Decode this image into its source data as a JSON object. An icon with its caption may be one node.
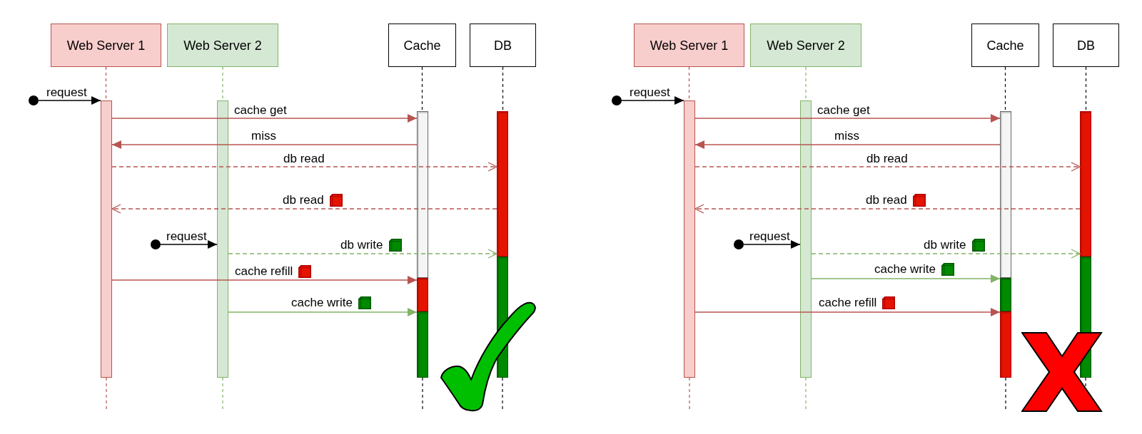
{
  "diagram": {
    "nodes": [
      {
        "text": [
          "Web Server 1"
        ]
      },
      {
        "text": [
          "Web Server 2"
        ]
      },
      {
        "text": [
          "Cache"
        ]
      },
      {
        "text": [
          "DB"
        ]
      },
      {
        "text": [],
        "shape": "circle"
      },
      {
        "text": [],
        "shape": "bar"
      },
      {
        "text": [],
        "shape": "bar"
      },
      {
        "text": [],
        "shape": "bar"
      },
      {
        "text": [],
        "shape": "bar"
      },
      {
        "text": [],
        "shape": "circle"
      },
      {
        "text": [],
        "shape": "bar"
      },
      {
        "text": [],
        "shape": "bar"
      },
      {
        "text": [],
        "shape": "bar"
      },
      {
        "text": [
          "Web Server 1"
        ]
      },
      {
        "text": [
          "Web Server 2"
        ]
      },
      {
        "text": [
          "Cache"
        ]
      },
      {
        "text": [
          "DB"
        ]
      },
      {
        "text": [],
        "shape": "circle"
      },
      {
        "text": [],
        "shape": "bar"
      },
      {
        "text": [],
        "shape": "bar"
      },
      {
        "text": [],
        "shape": "bar"
      },
      {
        "text": [],
        "shape": "bar"
      },
      {
        "text": [],
        "shape": "circle"
      },
      {
        "text": [],
        "shape": "bar"
      },
      {
        "text": [],
        "shape": "bar"
      },
      {
        "text": [],
        "shape": "bar"
      }
    ],
    "edges": [
      {
        "from": 0,
        "to": 5,
        "arrow": "none",
        "style": "dashed"
      },
      {
        "from": 1,
        "to": 6,
        "arrow": "none",
        "style": "dashed",
        "color": "#82b366"
      },
      {
        "from": 2,
        "to": 7,
        "arrow": "none",
        "style": "dashed",
        "color": "#000000"
      },
      {
        "from": 3,
        "to": 8,
        "arrow": "none",
        "style": "dashed",
        "color": "#000000"
      },
      {
        "from": 4,
        "to": 5,
        "arrow": "to",
        "label": "request",
        "color": "#000000"
      },
      {
        "from": 5,
        "to": 7,
        "arrow": "to",
        "label": "cache get"
      },
      {
        "from": 7,
        "to": 5,
        "arrow": "to",
        "label": "miss"
      },
      {
        "from": 5,
        "to": 8,
        "arrow": "to",
        "label": "db read",
        "style": "dashed"
      },
      {
        "from": 8,
        "to": 5,
        "arrow": "to",
        "label": "db read",
        "style": "dashed"
      },
      {
        "from": 9,
        "to": 6,
        "arrow": "to",
        "label": "request",
        "color": "#000000"
      },
      {
        "from": 6,
        "to": 8,
        "arrow": "to",
        "label": "db write",
        "style": "dashed",
        "color": "#82b366"
      },
      {
        "from": 5,
        "to": 11,
        "arrow": "to",
        "label": "cache refill"
      },
      {
        "from": 6,
        "to": 12,
        "arrow": "to",
        "label": "cache write",
        "color": "#82b366"
      },
      {
        "from": 5,
        "to": null,
        "arrow": "none",
        "style": "dashed"
      },
      {
        "from": 6,
        "to": null,
        "arrow": "none",
        "style": "dashed",
        "color": "#82b366"
      },
      {
        "from": 12,
        "to": null,
        "arrow": "none",
        "style": "dashed",
        "color": "#000000"
      },
      {
        "from": 10,
        "to": null,
        "arrow": "none",
        "style": "dashed",
        "color": "#000000"
      },
      {
        "from": 13,
        "to": 18,
        "arrow": "none",
        "style": "dashed"
      },
      {
        "from": 14,
        "to": 19,
        "arrow": "none",
        "style": "dashed",
        "color": "#82b366"
      },
      {
        "from": 15,
        "to": 20,
        "arrow": "none",
        "style": "dashed",
        "color": "#000000"
      },
      {
        "from": 16,
        "to": 21,
        "arrow": "none",
        "style": "dashed",
        "color": "#000000"
      },
      {
        "from": 17,
        "to": 18,
        "arrow": "to",
        "label": "request",
        "color": "#000000"
      },
      {
        "from": 18,
        "to": 20,
        "arrow": "to",
        "label": "cache get"
      },
      {
        "from": 20,
        "to": 18,
        "arrow": "to",
        "label": "miss"
      },
      {
        "from": 18,
        "to": 21,
        "arrow": "to",
        "label": "db read",
        "style": "dashed"
      },
      {
        "from": 21,
        "to": 18,
        "arrow": "to",
        "label": "db read",
        "style": "dashed"
      },
      {
        "from": 22,
        "to": 19,
        "arrow": "to",
        "label": "request",
        "color": "#000000"
      },
      {
        "from": 19,
        "to": 21,
        "arrow": "to",
        "label": "db write",
        "style": "dashed",
        "color": "#82b366"
      },
      {
        "from": 19,
        "to": 24,
        "arrow": "to",
        "label": "cache write",
        "color": "#82b366"
      },
      {
        "from": 18,
        "to": 25,
        "arrow": "to",
        "label": "cache refill"
      },
      {
        "from": 18,
        "to": null,
        "arrow": "none",
        "style": "dashed"
      },
      {
        "from": 19,
        "to": null,
        "arrow": "none",
        "style": "dashed",
        "color": "#82b366"
      },
      {
        "from": 25,
        "to": null,
        "arrow": "none",
        "style": "dashed",
        "color": "#000000"
      },
      {
        "from": 23,
        "to": null,
        "arrow": "none",
        "style": "dashed",
        "color": "#000000"
      }
    ]
  }
}
